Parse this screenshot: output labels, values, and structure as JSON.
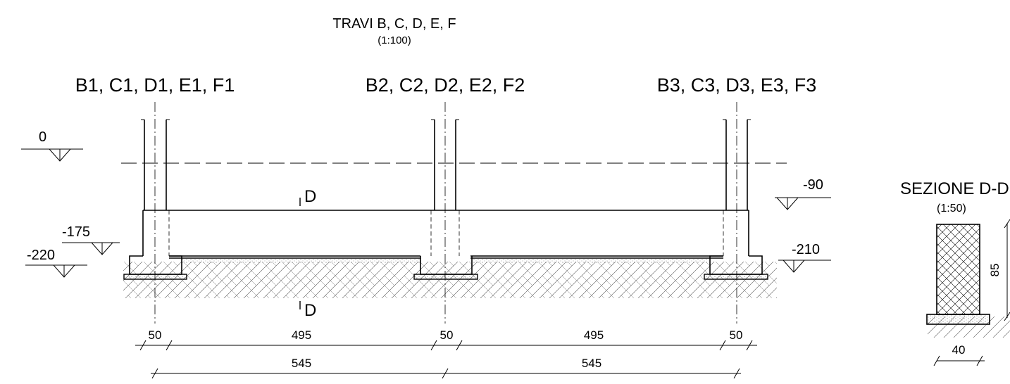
{
  "title": "TRAVI B, C, D, E, F",
  "title_scale": "(1:100)",
  "column_labels": [
    "B1, C1, D1, E1, F1",
    "B2, C2, D2, E2, F2",
    "B3, C3, D3, E3, F3"
  ],
  "levels": {
    "top": "0",
    "plinth_top": "-175",
    "footing": "-220",
    "beam_top": "-90",
    "ground": "-210"
  },
  "section_mark": "D",
  "dimensions": {
    "row1": [
      "50",
      "495",
      "50",
      "495",
      "50"
    ],
    "row2": [
      "545",
      "545"
    ]
  },
  "section": {
    "title": "SEZIONE D-D",
    "scale": "(1:50)",
    "height": "85",
    "width": "40"
  }
}
